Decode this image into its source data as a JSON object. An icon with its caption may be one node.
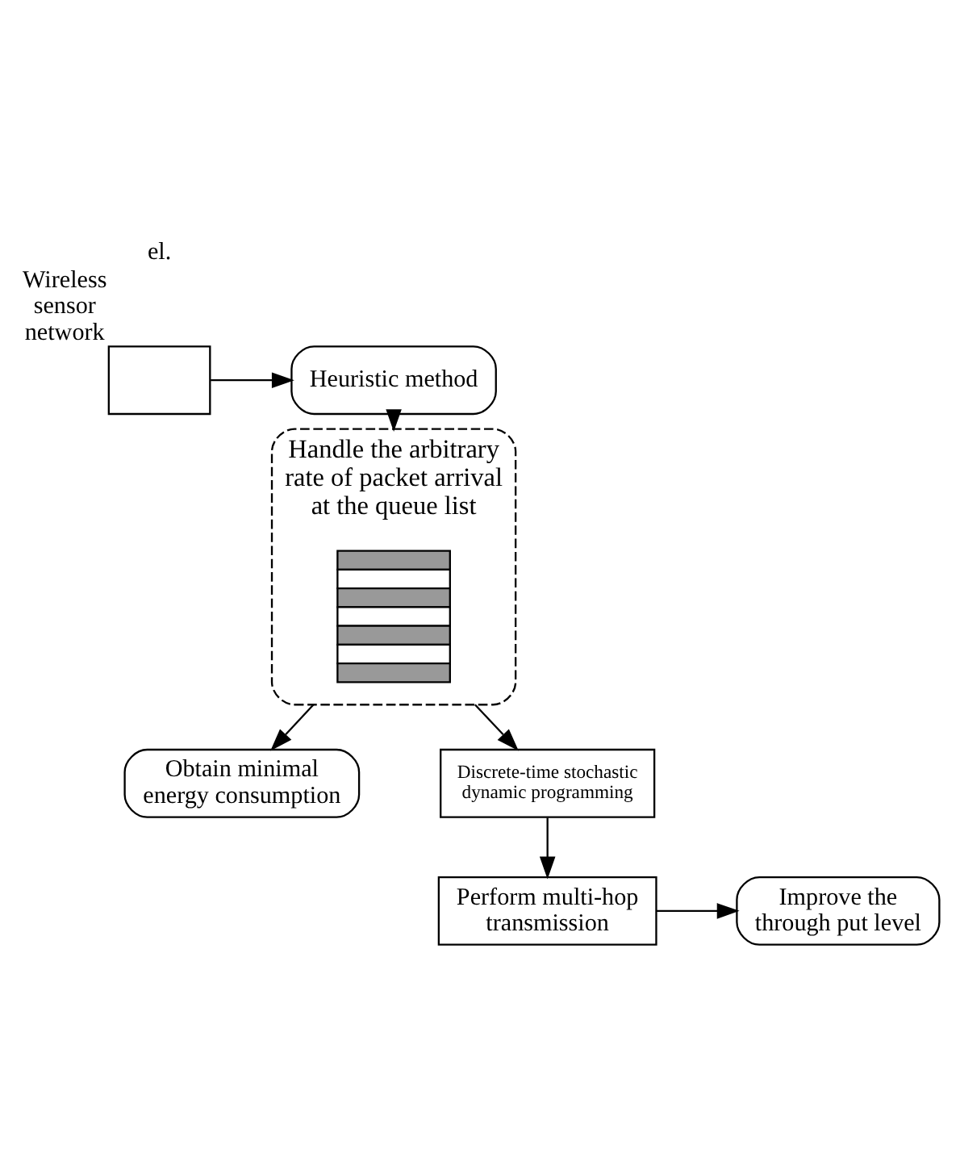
{
  "diagram": {
    "nodes": [
      {
        "text": [],
        "shape": "box",
        "beside": [
          "Wireless sensor network"
        ]
      },
      {
        "text": [
          "Heuristic method"
        ]
      },
      {
        "text": [
          "Handle the arbitrary rate of packet arrival at the queue list"
        ]
      },
      {
        "text": [],
        "shape": "picture",
        "in": 2
      },
      {
        "text": [
          "Obtain minimal energy consumption"
        ]
      },
      {
        "text": [
          "Discrete-time stochastic dynamic programming"
        ]
      },
      {
        "text": [
          "Perform multi-hop transmission"
        ]
      },
      {
        "text": [
          "Improve the through put level"
        ]
      }
    ],
    "edges": [
      {
        "from": 0,
        "to": 1,
        "arrow": "to"
      },
      {
        "from": 1,
        "to": 2,
        "arrow": "to"
      },
      {
        "from": 2,
        "to": 4,
        "arrow": "to"
      },
      {
        "from": 2,
        "to": 5,
        "arrow": "to"
      },
      {
        "from": 5,
        "to": 6,
        "arrow": "to"
      },
      {
        "from": 6,
        "to": 7,
        "arrow": "to"
      }
    ],
    "labels": [
      "el."
    ]
  }
}
